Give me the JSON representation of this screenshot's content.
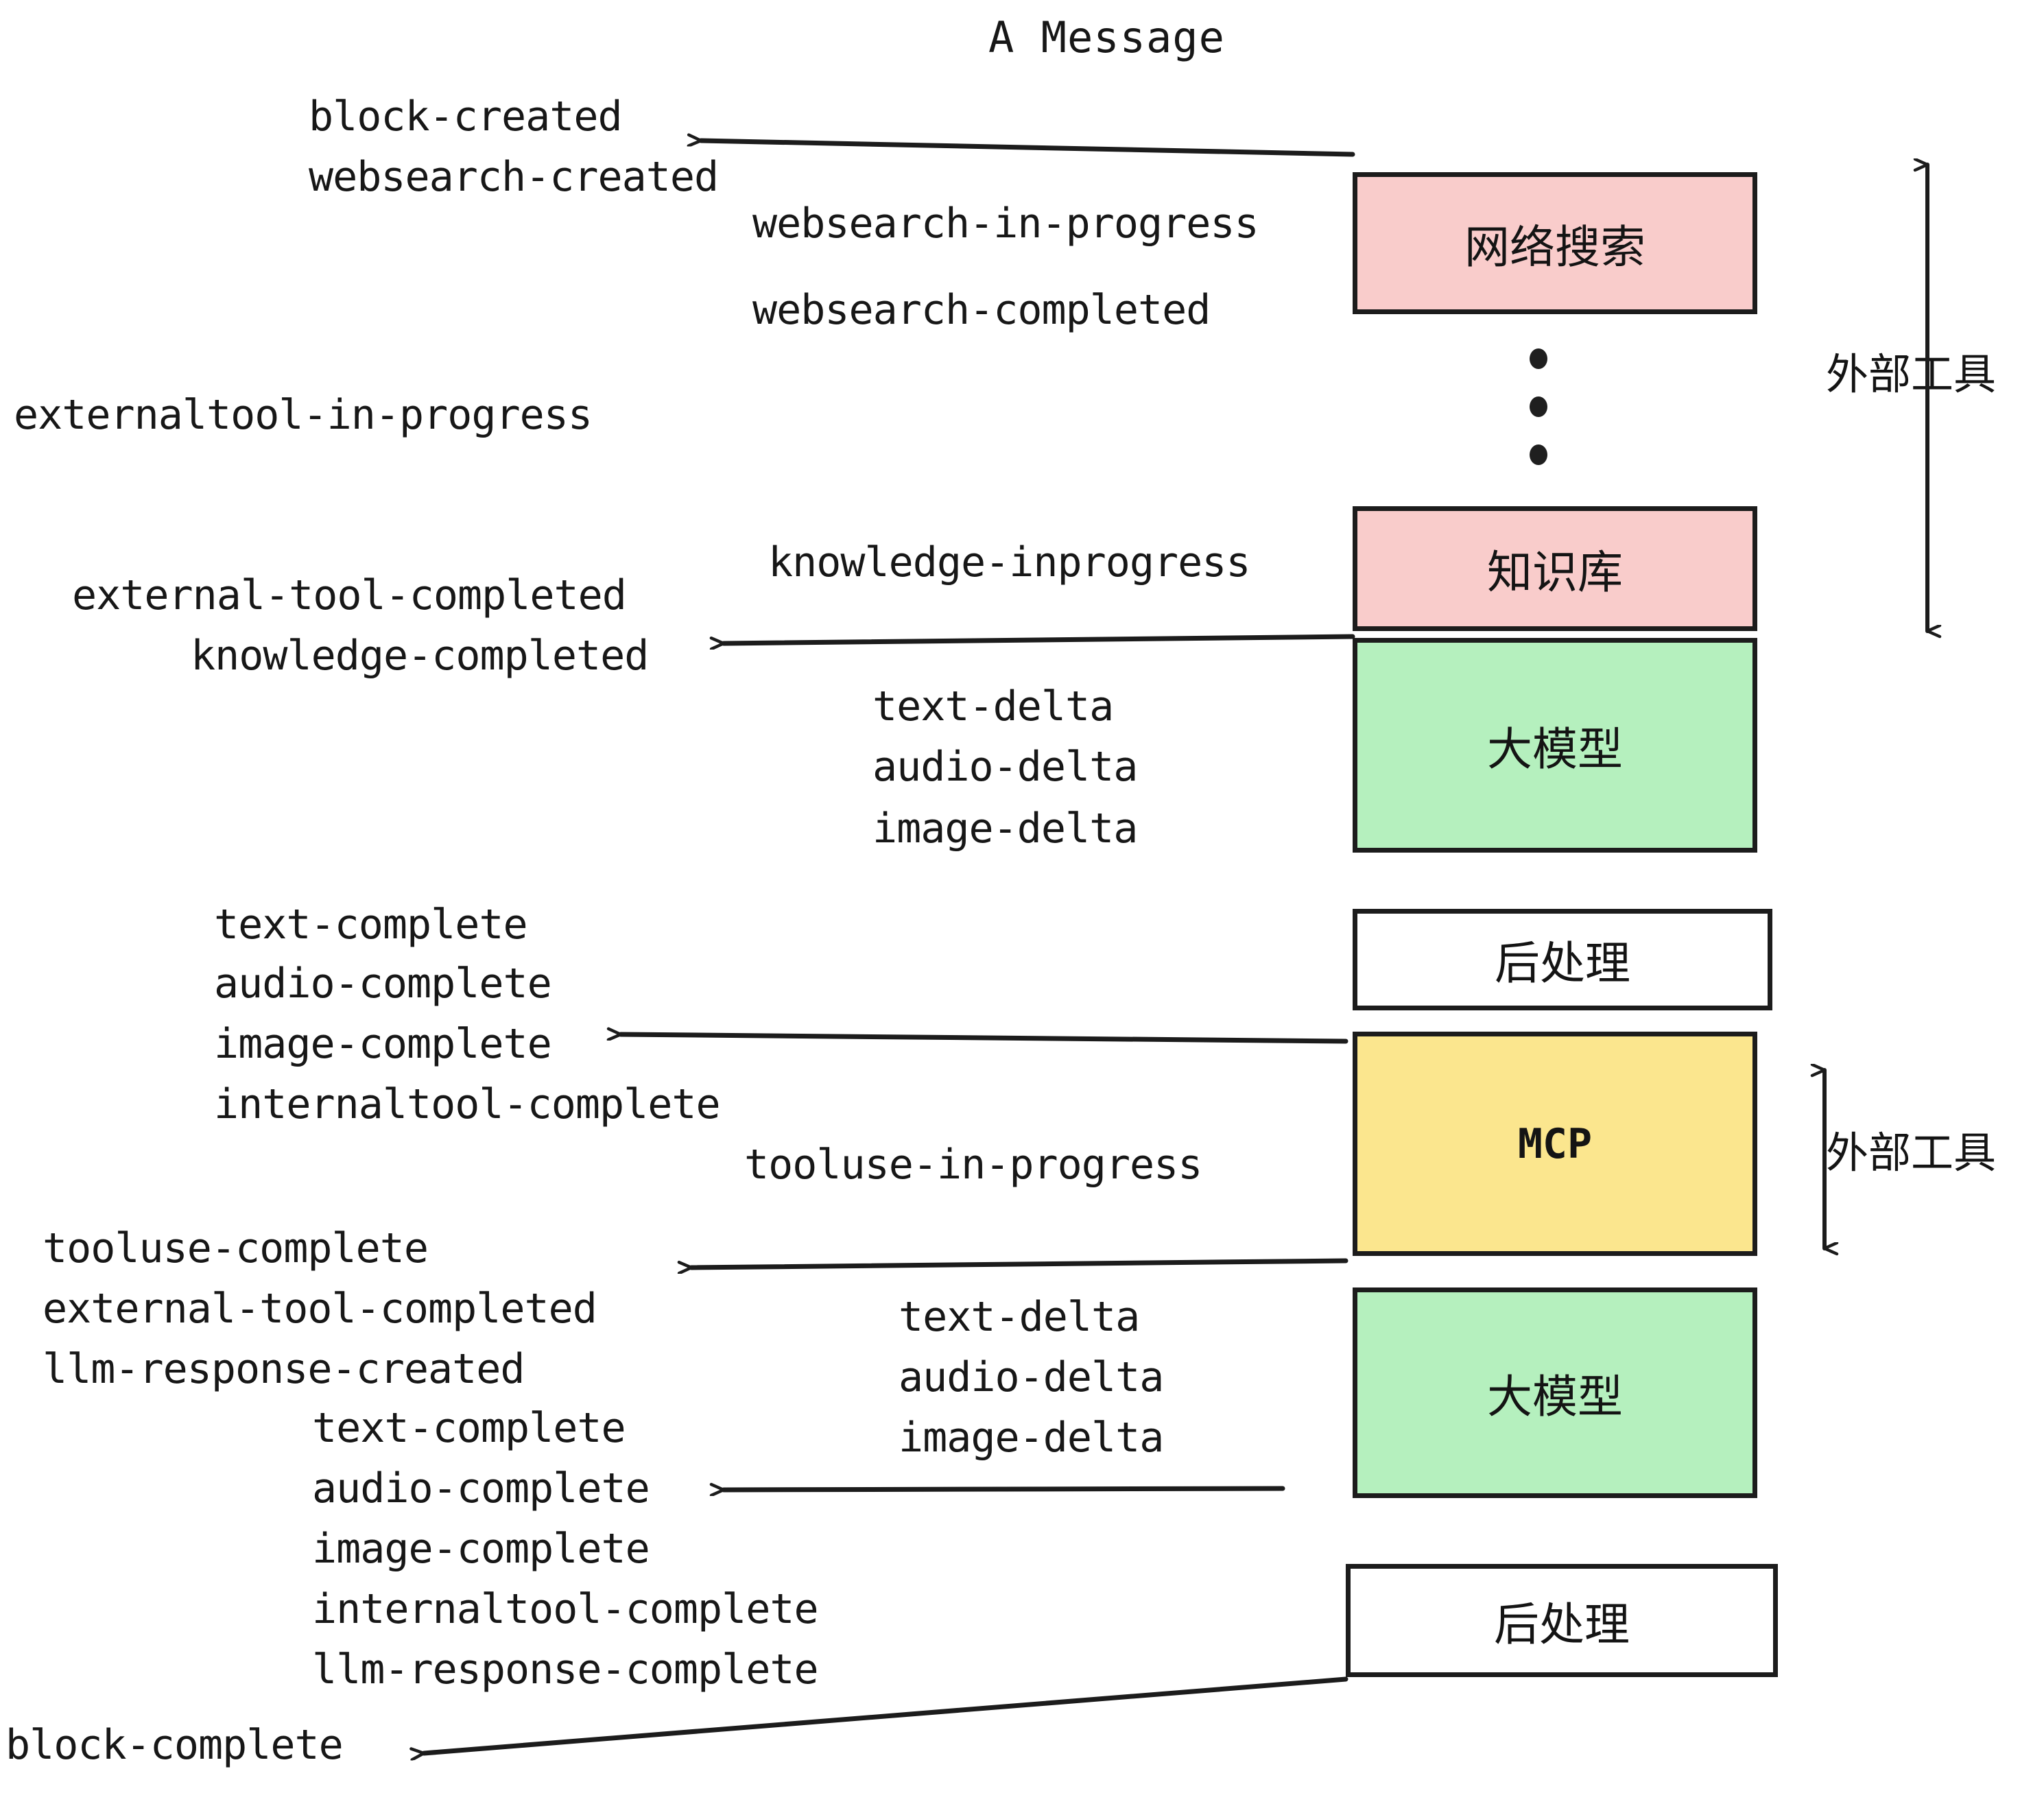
{
  "title": "A Message",
  "colors": {
    "pink": "#F9CCCB",
    "green": "#B5F0BE",
    "yellow": "#FBE68E",
    "white": "#FFFFFF",
    "stroke": "#1C1C1C",
    "text": "#171717"
  },
  "boxes": [
    {
      "id": "websearch",
      "label": "网络搜索",
      "fill": "#F9CCCB"
    },
    {
      "id": "knowledge",
      "label": "知识库",
      "fill": "#F9CCCB"
    },
    {
      "id": "llm-1",
      "label": "大模型",
      "fill": "#B5F0BE"
    },
    {
      "id": "postprocess-1",
      "label": "后处理",
      "fill": "#FFFFFF"
    },
    {
      "id": "mcp",
      "label": "MCP",
      "fill": "#FBE68E"
    },
    {
      "id": "llm-2",
      "label": "大模型",
      "fill": "#B5F0BE"
    },
    {
      "id": "postprocess-2",
      "label": "后处理",
      "fill": "#FFFFFF"
    }
  ],
  "side_labels": [
    {
      "id": "external-tool-top",
      "label": "外部工具"
    },
    {
      "id": "external-tool-mcp",
      "label": "外部工具"
    }
  ],
  "events": {
    "block_created": "block-created",
    "websearch_created": "websearch-created",
    "websearch_in_progress": "websearch-in-progress",
    "websearch_completed": "websearch-completed",
    "externaltool_in_progress": "externaltool-in-progress",
    "knowledge_inprogress": "knowledge-inprogress",
    "external_tool_completed_1": "external-tool-completed",
    "knowledge_completed": "knowledge-completed",
    "text_delta_1": "text-delta",
    "audio_delta_1": "audio-delta",
    "image_delta_1": "image-delta",
    "text_complete_1": "text-complete",
    "audio_complete_1": "audio-complete",
    "image_complete_1": "image-complete",
    "internaltool_complete_1": "internaltool-complete",
    "tooluse_in_progress": "tooluse-in-progress",
    "tooluse_complete": "tooluse-complete",
    "external_tool_completed_2": "external-tool-completed",
    "llm_response_created": "llm-response-created",
    "text_delta_2": "text-delta",
    "audio_delta_2": "audio-delta",
    "image_delta_2": "image-delta",
    "text_complete_2": "text-complete",
    "audio_complete_2": "audio-complete",
    "image_complete_2": "image-complete",
    "internaltool_complete_2": "internaltool-complete",
    "llm_response_complete": "llm-response-complete",
    "block_complete": "block-complete"
  }
}
